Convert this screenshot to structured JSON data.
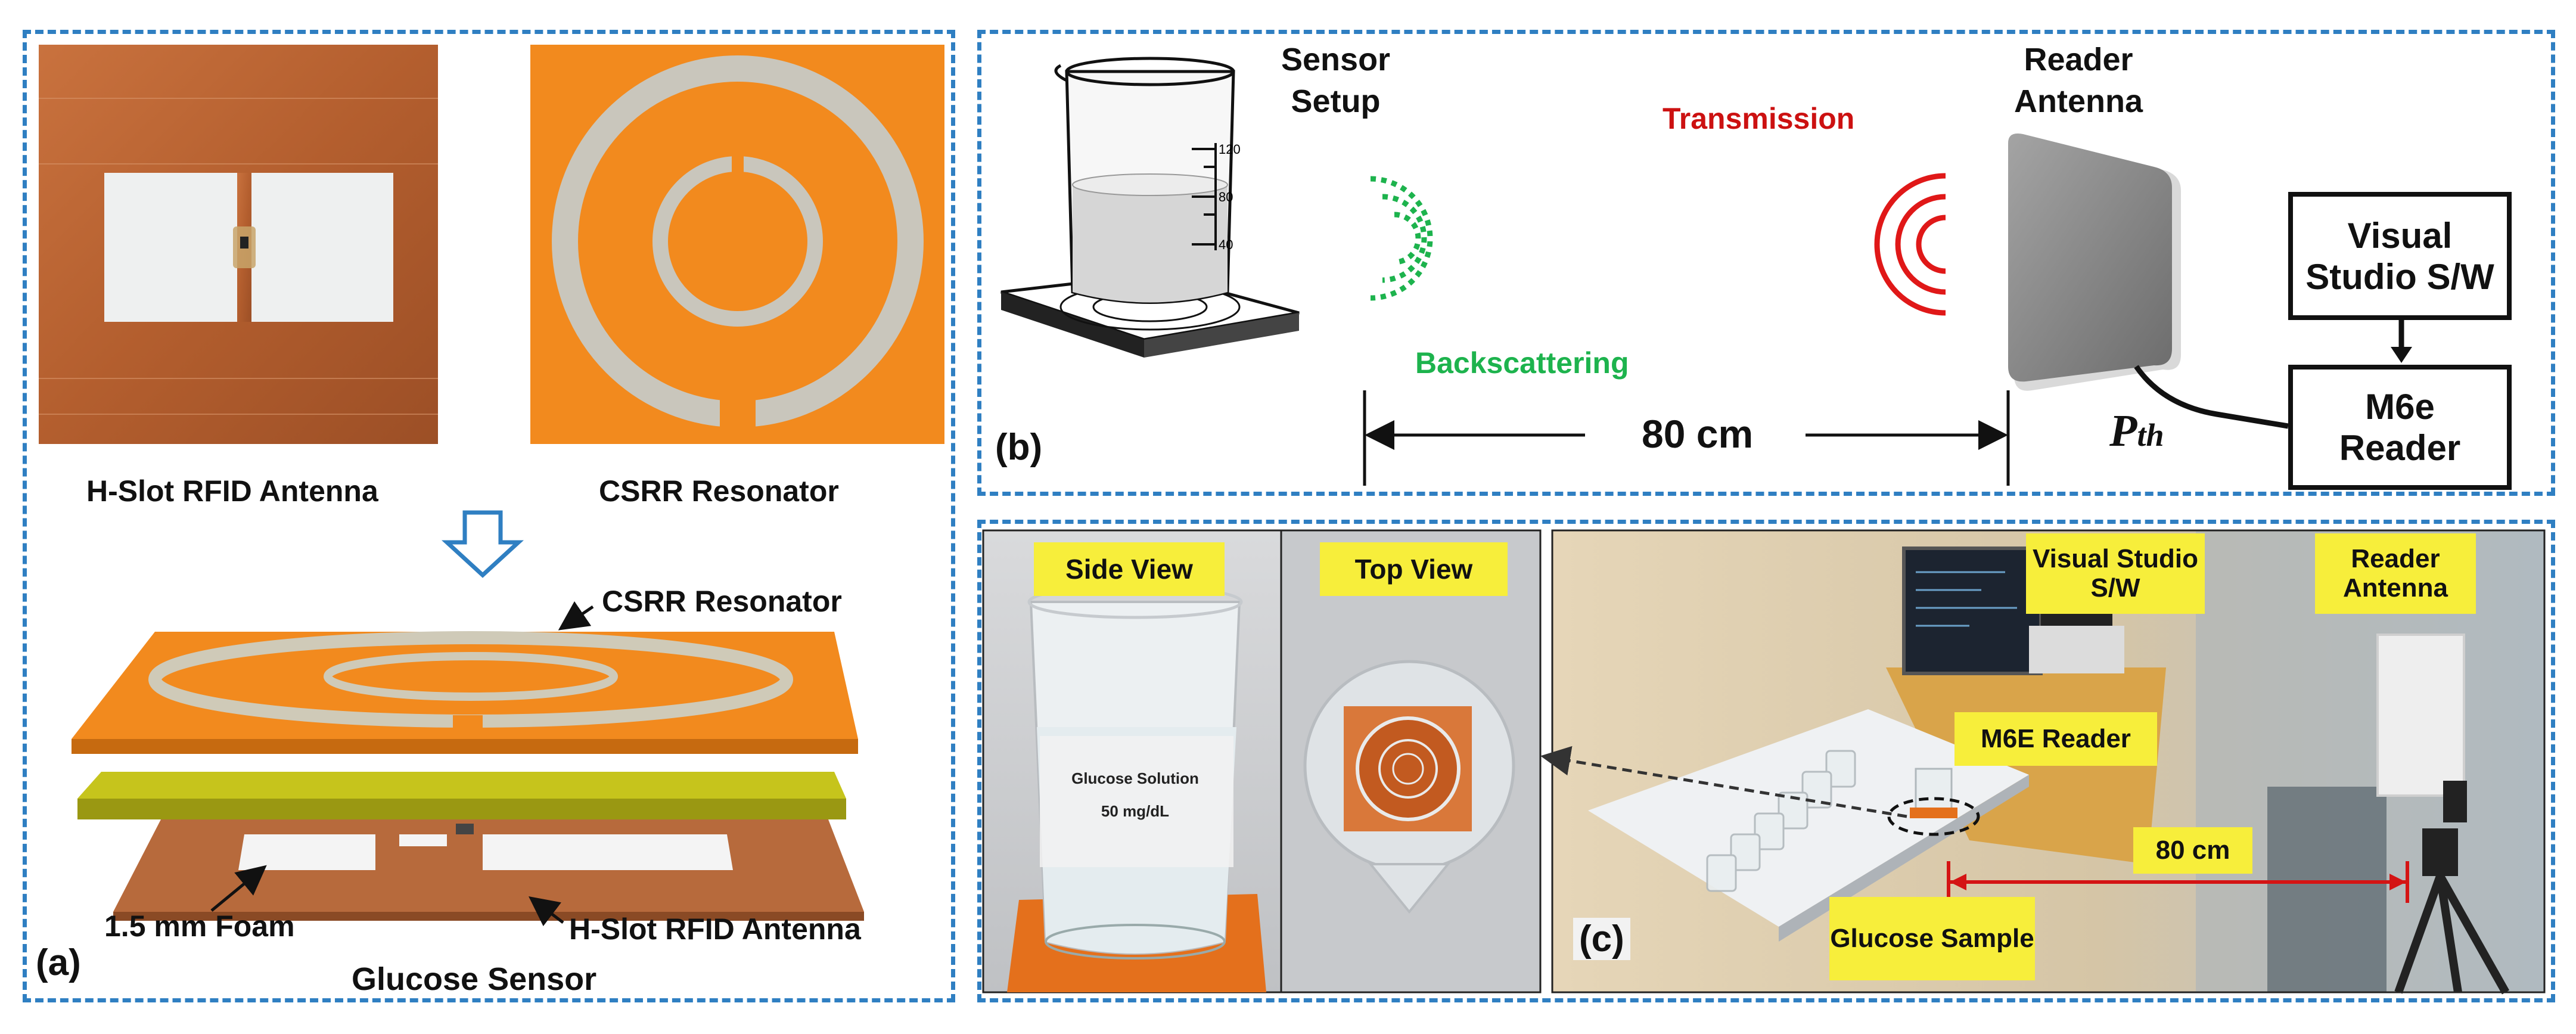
{
  "panel_a": {
    "tag": "(a)",
    "photo_left_caption": "H-Slot RFID Antenna",
    "photo_right_caption": "CSRR Resonator",
    "stack_top_label": "CSRR Resonator",
    "foam_label": "1.5 mm Foam",
    "stack_bottom_label": "H-Slot RFID Antenna",
    "stack_caption": "Glucose Sensor"
  },
  "panel_b": {
    "tag": "(b)",
    "sensor_line1": "Sensor",
    "sensor_line2": "Setup",
    "reader_line1": "Reader",
    "reader_line2": "Antenna",
    "transmission": "Transmission",
    "backscattering": "Backscattering",
    "distance": "80 cm",
    "pth_main": "P",
    "pth_sub": "th",
    "software_box": "Visual Studio S/W",
    "reader_box_line1": "M6e",
    "reader_box_line2": "Reader",
    "beaker_ticks": [
      "120",
      "80",
      "40"
    ],
    "colors": {
      "transmission": "#cc1111",
      "backscatter": "#1db34d",
      "border": "#2f7fc2"
    }
  },
  "panel_c": {
    "tag": "(c)",
    "side_view": "Side View",
    "top_view": "Top View",
    "solution_line1": "Glucose Solution",
    "solution_line2": "50 mg/dL",
    "software": "Visual Studio S/W",
    "reader_antenna": "Reader Antenna",
    "reader": "M6E Reader",
    "distance": "80 cm",
    "sample": "Glucose Sample"
  }
}
